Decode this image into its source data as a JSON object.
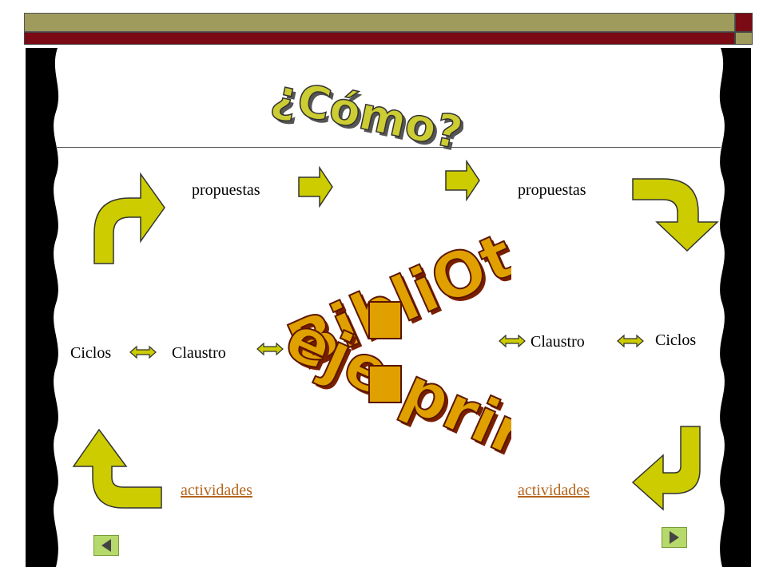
{
  "title": "¿Cómo?",
  "center_lines": [
    "BibliOteca",
    "eje principal"
  ],
  "labels": {
    "propuestas_left": "propuestas",
    "propuestas_right": "propuestas",
    "ciclos_left": "Ciclos",
    "claustro_left": "Claustro",
    "claustro_right": "Claustro",
    "ciclos_right": "Ciclos",
    "actividades_left": "actividades",
    "actividades_right": "actividades"
  },
  "colors": {
    "olive_bar": "#9e9b5c",
    "maroon_bar": "#7a0a14",
    "arrow_fill": "#cccc00",
    "wordart_orange": "#e0a000",
    "wordart_shadow": "#7a1e00",
    "link": "#b5651d",
    "nav_btn": "#b6d96b"
  },
  "icons": {
    "nav_prev": "triangle-left-icon",
    "nav_next": "triangle-right-icon"
  }
}
